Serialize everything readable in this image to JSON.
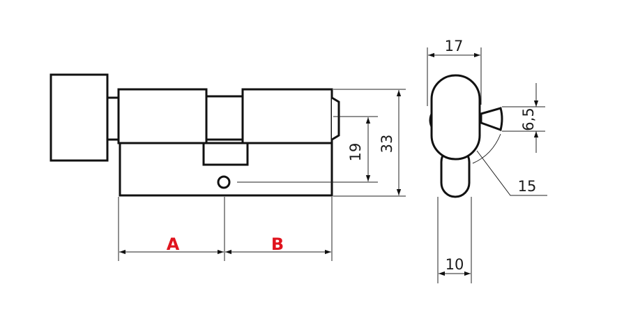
{
  "front_view": {
    "dim_a_label": "A",
    "dim_b_label": "B",
    "dim_19": "19",
    "dim_33": "33"
  },
  "side_view": {
    "dim_17": "17",
    "dim_6_5": "6,5",
    "dim_15": "15",
    "dim_10": "10"
  },
  "colors": {
    "label_red": "#e0141e",
    "line": "#111111"
  }
}
